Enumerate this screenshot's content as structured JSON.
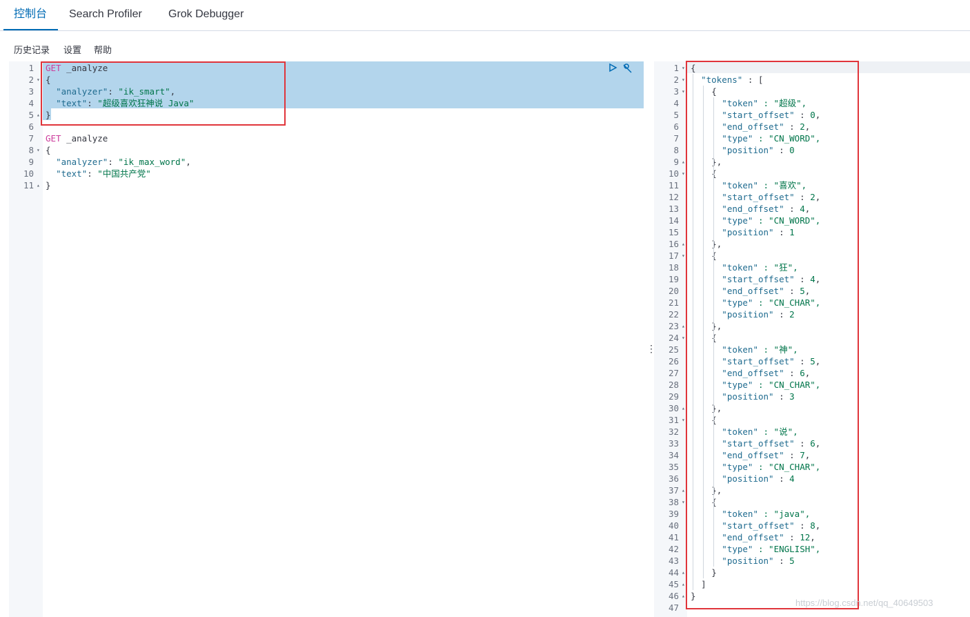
{
  "tabs": [
    {
      "label": "控制台",
      "active": true
    },
    {
      "label": "Search Profiler",
      "active": false
    },
    {
      "label": "Grok Debugger",
      "active": false
    }
  ],
  "menu": {
    "history": "历史记录",
    "settings": "设置",
    "help": "帮助"
  },
  "editor": {
    "line_numbers": [
      "1",
      "2",
      "3",
      "4",
      "5",
      "6",
      "7",
      "8",
      "9",
      "10",
      "11"
    ],
    "lines": [
      [
        {
          "t": "GET",
          "c": "kw"
        },
        {
          "t": " _analyze",
          "c": "plain"
        }
      ],
      [
        {
          "t": "{",
          "c": "punc"
        }
      ],
      [
        {
          "t": "  ",
          "c": "plain"
        },
        {
          "t": "\"analyzer\"",
          "c": "key"
        },
        {
          "t": ": ",
          "c": "punc"
        },
        {
          "t": "\"ik_smart\"",
          "c": "str"
        },
        {
          "t": ",",
          "c": "punc"
        }
      ],
      [
        {
          "t": "  ",
          "c": "plain"
        },
        {
          "t": "\"text\"",
          "c": "key"
        },
        {
          "t": ": ",
          "c": "punc"
        },
        {
          "t": "\"超级喜欢狂神说 Java\"",
          "c": "str"
        }
      ],
      [
        {
          "t": "}",
          "c": "punc"
        }
      ],
      [],
      [
        {
          "t": "GET",
          "c": "kw"
        },
        {
          "t": " _analyze",
          "c": "plain"
        }
      ],
      [
        {
          "t": "{",
          "c": "punc"
        }
      ],
      [
        {
          "t": "  ",
          "c": "plain"
        },
        {
          "t": "\"analyzer\"",
          "c": "key"
        },
        {
          "t": ": ",
          "c": "punc"
        },
        {
          "t": "\"ik_max_word\"",
          "c": "str"
        },
        {
          "t": ",",
          "c": "punc"
        }
      ],
      [
        {
          "t": "  ",
          "c": "plain"
        },
        {
          "t": "\"text\"",
          "c": "key"
        },
        {
          "t": ": ",
          "c": "punc"
        },
        {
          "t": "\"中国共产党\"",
          "c": "str"
        }
      ],
      [
        {
          "t": "}",
          "c": "punc"
        }
      ]
    ]
  },
  "output": {
    "line_numbers": [
      "1",
      "2",
      "3",
      "4",
      "5",
      "6",
      "7",
      "8",
      "9",
      "10",
      "11",
      "12",
      "13",
      "14",
      "15",
      "16",
      "17",
      "18",
      "19",
      "20",
      "21",
      "22",
      "23",
      "24",
      "25",
      "26",
      "27",
      "28",
      "29",
      "30",
      "31",
      "32",
      "33",
      "34",
      "35",
      "36",
      "37",
      "38",
      "39",
      "40",
      "41",
      "42",
      "43",
      "44",
      "45",
      "46",
      "47"
    ],
    "tokens": [
      {
        "token": "超级",
        "start_offset": "0",
        "end_offset": "2",
        "type": "CN_WORD",
        "position": "0"
      },
      {
        "token": "喜欢",
        "start_offset": "2",
        "end_offset": "4",
        "type": "CN_WORD",
        "position": "1"
      },
      {
        "token": "狂",
        "start_offset": "4",
        "end_offset": "5",
        "type": "CN_CHAR",
        "position": "2"
      },
      {
        "token": "神",
        "start_offset": "5",
        "end_offset": "6",
        "type": "CN_CHAR",
        "position": "3"
      },
      {
        "token": "说",
        "start_offset": "6",
        "end_offset": "7",
        "type": "CN_CHAR",
        "position": "4"
      },
      {
        "token": "java",
        "start_offset": "8",
        "end_offset": "12",
        "type": "ENGLISH",
        "position": "5"
      }
    ]
  },
  "watermark": "https://blog.csdn.net/qq_40649503",
  "colors": {
    "accent": "#006bb4",
    "selection": "#b3d5ec",
    "annotation": "#e0343a"
  }
}
